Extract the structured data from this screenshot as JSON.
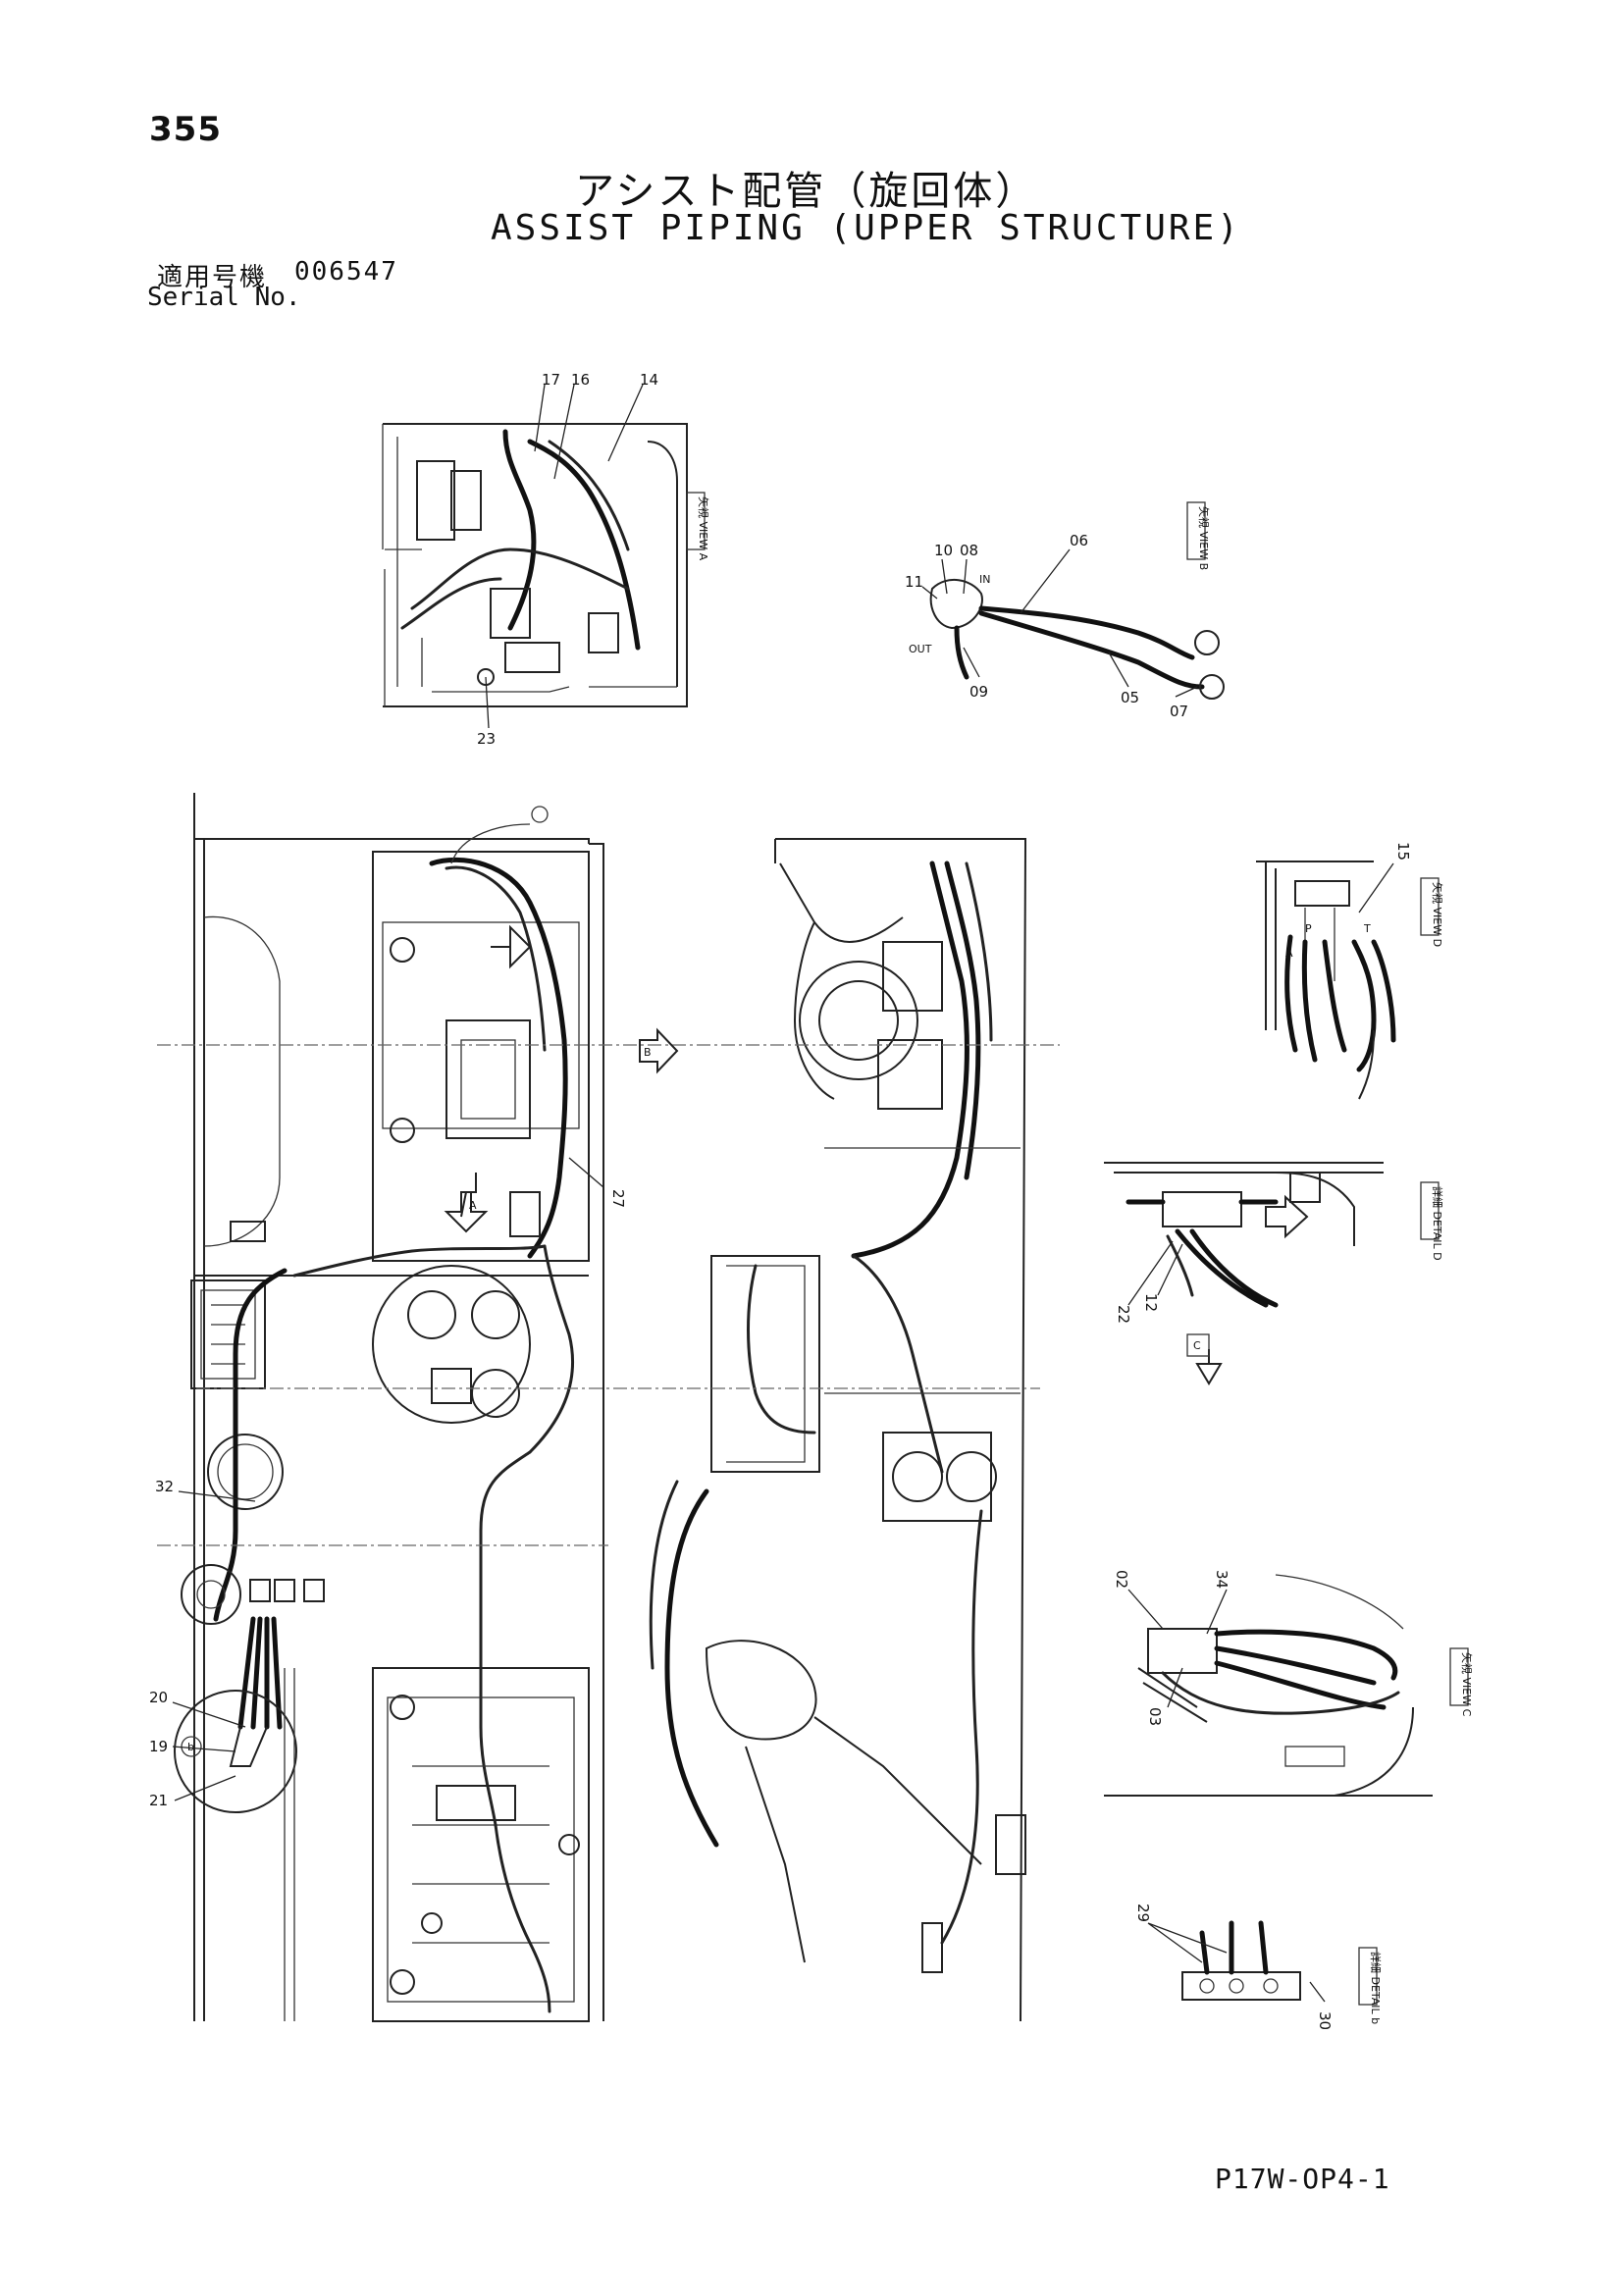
{
  "header": {
    "page_number": "355",
    "title_jp": "アシスト配管（旋回体）",
    "title_en": "ASSIST PIPING (UPPER STRUCTURE)",
    "serial_label_jp": "適用号機",
    "serial_value": "006547",
    "serial_label_en": "Serial No."
  },
  "footer": {
    "drawing_code": "P17W-OP4-1"
  },
  "callouts": {
    "c17": "17",
    "c16": "16",
    "c14": "14",
    "c23": "23",
    "c11": "11",
    "c10": "10",
    "c08": "08",
    "c06": "06",
    "c09": "09",
    "c05": "05",
    "c07": "07",
    "c15": "15",
    "c27": "27",
    "c22": "22",
    "c12": "12",
    "c02": "02",
    "c34": "34",
    "c03": "03",
    "c32": "32",
    "c20": "20",
    "c19": "19",
    "c21": "21",
    "c29": "29",
    "c30": "30"
  },
  "port_labels": {
    "out": "OUT",
    "in": "IN",
    "a": "A",
    "p": "P",
    "t": "T"
  },
  "view_tags": {
    "view_a": "矢視 VIEW A",
    "view_b": "矢視 VIEW B",
    "view_d": "矢視 VIEW D",
    "detail_d": "詳細 DETAIL D",
    "view_c": "矢視 VIEW C",
    "detail_b": "詳細 DETAIL b"
  },
  "markers": {
    "arrow_a": "A",
    "arrow_b": "B",
    "arrow_c": "C",
    "circle_b": "b"
  }
}
